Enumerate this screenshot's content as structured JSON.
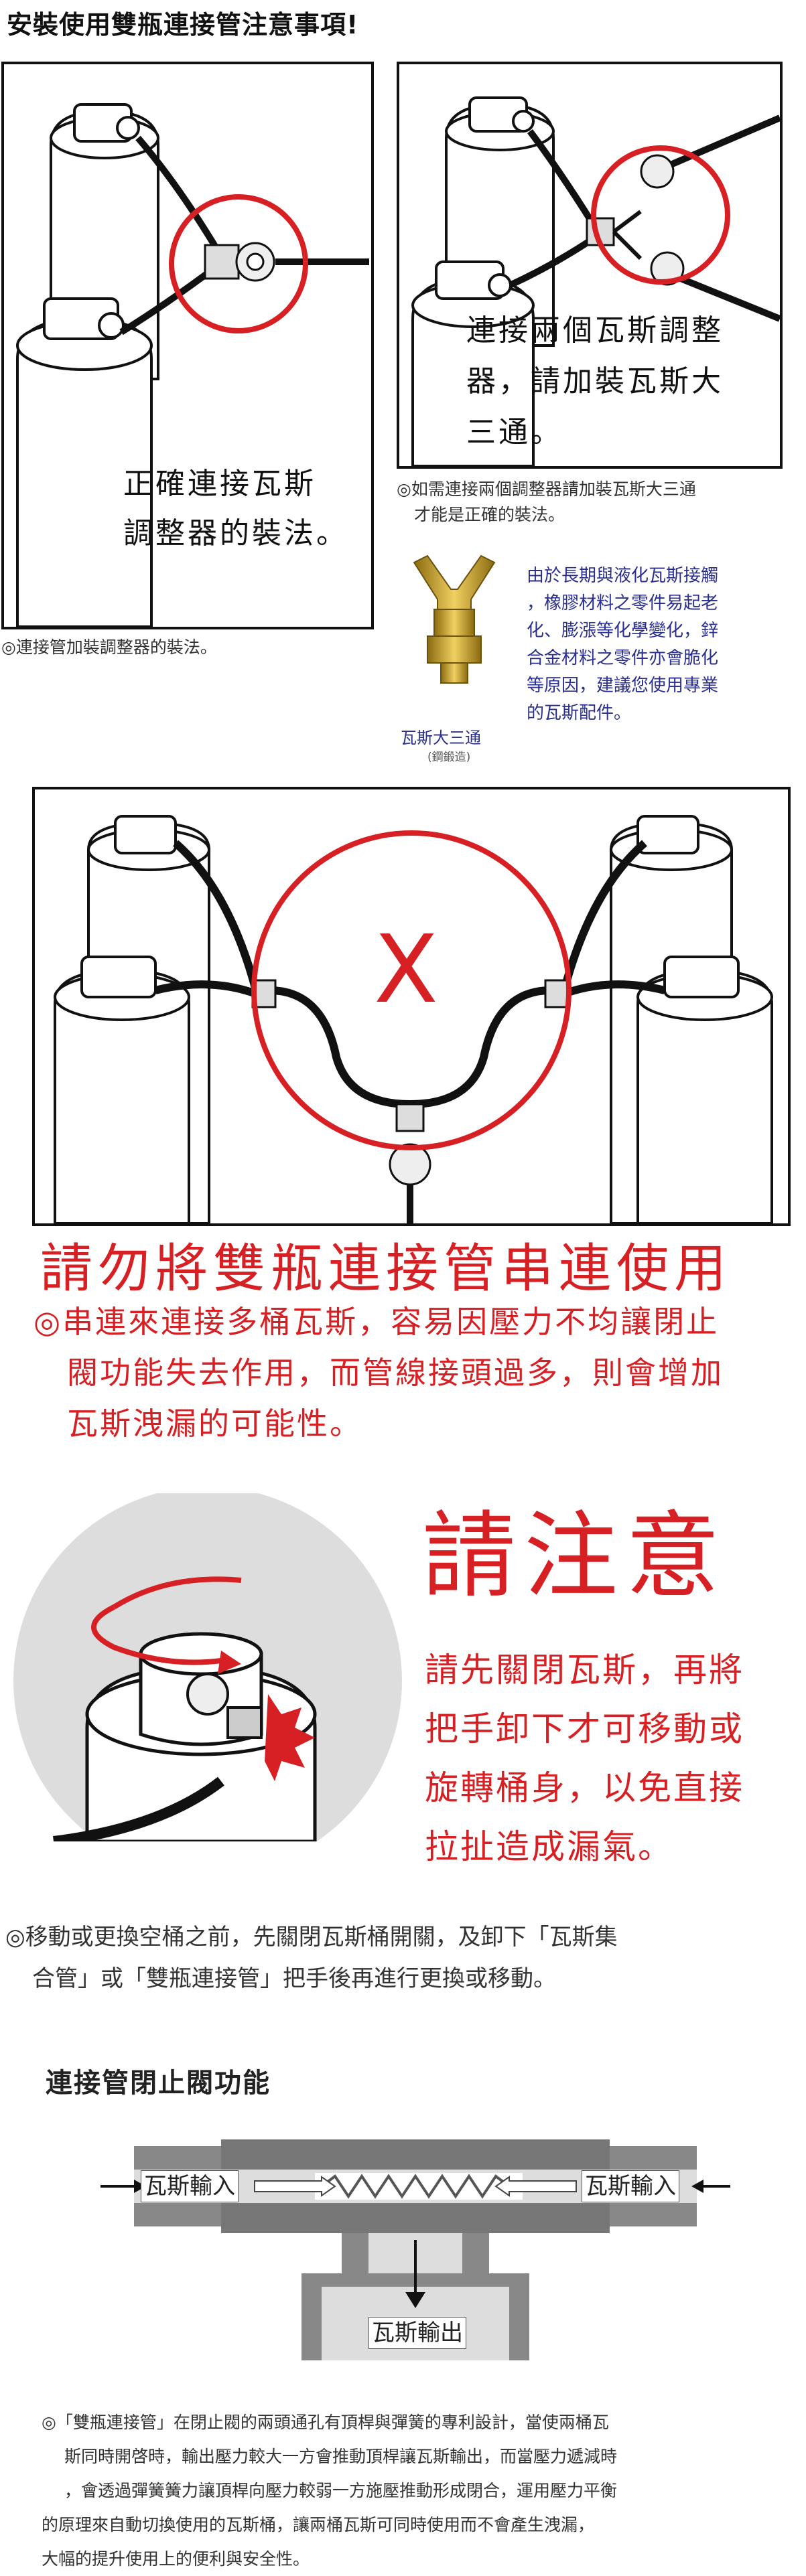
{
  "title": "安裝使用雙瓶連接管注意事項!",
  "panel_left": {
    "caption_lines": [
      "正確連接瓦斯",
      "調整器的裝法。"
    ],
    "footnote": "◎連接管加裝調整器的裝法。"
  },
  "panel_right": {
    "caption_lines": [
      "連接兩個瓦斯調整",
      "器，請加裝瓦斯大",
      "三通。"
    ],
    "footnote_lines": [
      "◎如需連接兩個調整器請加裝瓦斯大三通",
      "才能是正確的裝法。"
    ]
  },
  "fitting": {
    "label": "瓦斯大三通",
    "sublabel": "(鋼鍛造)",
    "desc_lines": [
      "由於長期與液化瓦斯接觸",
      "，橡膠材料之零件易起老",
      "化、膨漲等化學變化，鋅",
      "合金材料之零件亦會脆化",
      "等原因，建議您使用專業",
      "的瓦斯配件。"
    ]
  },
  "wrong": {
    "x_mark": "X",
    "title": "請勿將雙瓶連接管串連使用",
    "desc_lines": [
      "◎串連來連接多桶瓦斯，容易因壓力不均讓閉止",
      "閥功能失去作用，而管線接頭過多，則會增加",
      "瓦斯洩漏的可能性。"
    ]
  },
  "caution": {
    "title": "請注意",
    "body_lines": [
      "請先關閉瓦斯，再將",
      "把手卸下才可移動或",
      "旋轉桶身，以免直接",
      "拉扯造成漏氣。"
    ],
    "note_lines": [
      "◎移動或更換空桶之前，先關閉瓦斯桶開關，及卸下「瓦斯集",
      "合管」或「雙瓶連接管」把手後再進行更換或移動。"
    ]
  },
  "valve": {
    "heading": "連接管閉止閥功能",
    "input_left": "瓦斯輸入",
    "input_right": "瓦斯輸入",
    "output": "瓦斯輸出",
    "desc_lines": [
      "◎「雙瓶連接管」在閉止閥的兩頭通孔有頂桿與彈簧的專利設計，當使兩桶瓦",
      "斯同時開啓時，輸出壓力較大一方會推動頂桿讓瓦斯輸出，而當壓力遞減時",
      "，會透過彈簧簧力讓頂桿向壓力較弱一方施壓推動形成閉合，運用壓力平衡",
      "的原理來自動切換使用的瓦斯桶，讓兩桶瓦斯可同時使用而不會產生洩漏，",
      "大幅的提升使用上的便利與安全性。"
    ]
  },
  "colors": {
    "accent_red": "#d62024",
    "text_blue": "#2a2f8f",
    "gold": "#c9a227"
  }
}
